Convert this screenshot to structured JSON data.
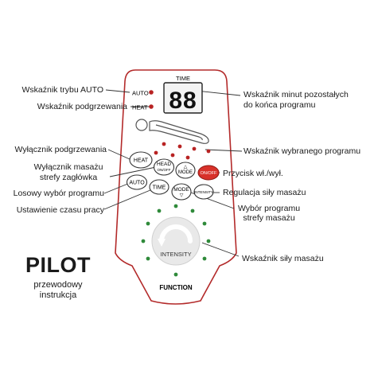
{
  "remote": {
    "auto_indicator_label": "AUTO",
    "heat_indicator_label": "HEAT",
    "time_label": "TIME",
    "display_value": "88",
    "buttons": {
      "heat": "HEAT",
      "head_line1": "HEAD",
      "head_line2": "ON/OFF",
      "mode_arrow_up": "△",
      "mode": "MODE",
      "on_off": "ON/OFF",
      "auto": "AUTO",
      "time": "TIME",
      "mode2": "MODE",
      "mode_arrow_down": "▽",
      "intensity_small": "INTENSITY"
    },
    "intensity_dial_label": "INTENSITY",
    "function_label": "FUNCTION"
  },
  "callouts": {
    "auto_indicator": "Wskaźnik trybu AUTO",
    "heat_indicator": "Wskaźnik podgrzewania",
    "minutes_line1": "Wskaźnik minut pozostałych",
    "minutes_line2": "do końca programu",
    "heat_switch": "Wyłącznik podgrzewania",
    "head_switch_line1": "Wyłącznik masażu",
    "head_switch_line2": "strefy zagłówka",
    "selected_program": "Wskaźnik wybranego programu",
    "power_button": "Przycisk wł./wył.",
    "random_program": "Losowy wybór programu",
    "intensity_adjust": "Regulacja siły masażu",
    "set_time": "Ustawienie czasu pracy",
    "zone_select_line1": "Wybór programu",
    "zone_select_line2": "strefy masażu",
    "intensity_indicator": "Wskaźnik siły masażu"
  },
  "title": {
    "main": "PILOT",
    "sub_line1": "przewodowy",
    "sub_line2": "instrukcja"
  },
  "colors": {
    "remote_outline": "#b32a2a",
    "led_red": "#b82323",
    "led_green": "#2f8a3a",
    "power_button": "#d8312a",
    "display_bg": "#f3f3f3"
  }
}
